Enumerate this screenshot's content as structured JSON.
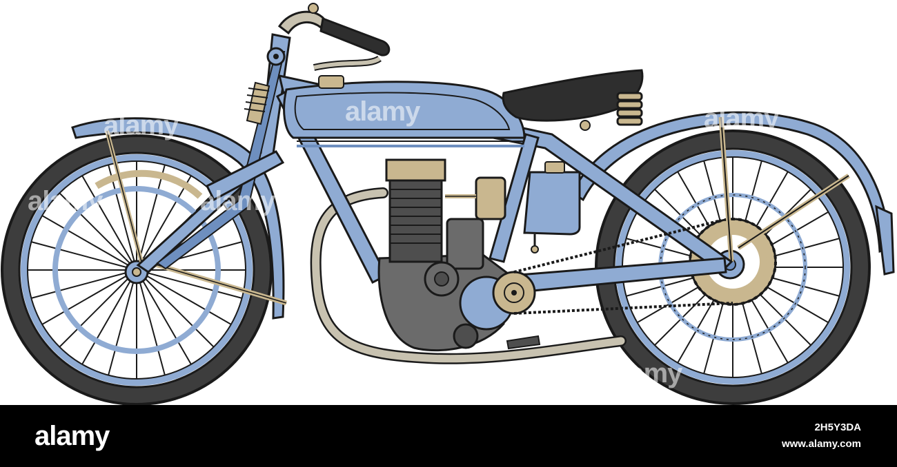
{
  "image": {
    "subject": "vintage-motorcycle",
    "colors": {
      "frame_blue": "#8fabd3",
      "frame_blue_dark": "#6e8fbf",
      "tire": "#3d3d3d",
      "outline": "#1a1a1a",
      "brass": "#c9b78f",
      "engine_grey": "#6b6b6b",
      "exhaust": "#c8c2b0",
      "seat": "#2e2e2e",
      "background": "#ffffff"
    }
  },
  "watermark": {
    "text": "alamy"
  },
  "footer": {
    "logo": "alamy",
    "image_id": "2H5Y3DA",
    "url": "www.alamy.com",
    "background": "#000000",
    "text_color": "#ffffff"
  }
}
